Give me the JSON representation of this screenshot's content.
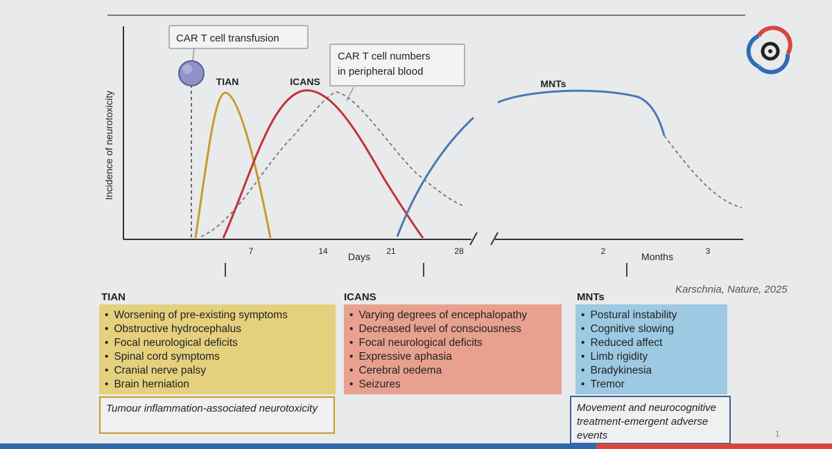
{
  "chart": {
    "y_label": "Incidence of neurotoxicity",
    "x_label_days": "Days",
    "x_label_months": "Months",
    "day_ticks": [
      "7",
      "14",
      "21",
      "28"
    ],
    "month_ticks": [
      "2",
      "3"
    ],
    "curve_labels": {
      "tian": "TIAN",
      "icans": "ICANS",
      "mnts": "MNTs"
    },
    "callout_transfusion": "CAR T cell transfusion",
    "callout_numbers_line1": "CAR T cell numbers",
    "callout_numbers_line2": "in peripheral blood"
  },
  "colors": {
    "tian": "#c99a2a",
    "icans": "#c0333a",
    "mnts": "#4a78b0",
    "dashed": "#777777",
    "tian_box": "#e5d07d",
    "icans_box": "#e8a18f",
    "mnts_box": "#9ec9e3"
  },
  "citation": "Karschnia, Nature, 2025",
  "sections": {
    "tian": {
      "title": "TIAN",
      "items": [
        "Worsening of pre-existing symptoms",
        "Obstructive hydrocephalus",
        "Focal neurological deficits",
        "Spinal cord symptoms",
        "Cranial nerve palsy",
        "Brain herniation"
      ],
      "description": "Tumour inflammation-associated neurotoxicity"
    },
    "icans": {
      "title": "ICANS",
      "items": [
        "Varying degrees of encephalopathy",
        "Decreased level of consciousness",
        "Focal neurological deficits",
        "Expressive aphasia",
        "Cerebral oedema",
        "Seizures"
      ]
    },
    "mnts": {
      "title": "MNTs",
      "items": [
        "Postural instability",
        "Cognitive slowing",
        "Reduced affect",
        "Limb rigidity",
        "Bradykinesia",
        "Tremor"
      ],
      "description": "Movement and neurocognitive treatment-emergent adverse events"
    }
  },
  "page_number": "1"
}
